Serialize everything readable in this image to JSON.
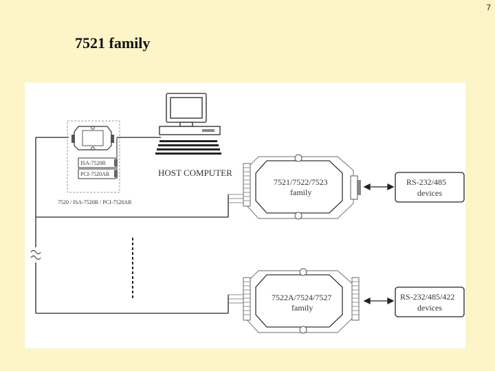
{
  "slide": {
    "page_number": "7",
    "title": "7521 family"
  },
  "diagram": {
    "host_label": "HOST COMPUTER",
    "card_options": [
      "ISA-7520R",
      "PCI-7520AR"
    ],
    "converter_caption": "7520 / ISA-7520R / PCI-7520AR",
    "module_top": {
      "line1": "7521/7522/7523",
      "line2": "family"
    },
    "module_bottom": {
      "line1": "7522A/7524/7527",
      "line2": "family"
    },
    "device_top": {
      "line1": "RS-232/485",
      "line2": "devices"
    },
    "device_bottom": {
      "line1": "RS-232/485/422",
      "line2": "devices"
    },
    "break_symbol": "≈"
  }
}
